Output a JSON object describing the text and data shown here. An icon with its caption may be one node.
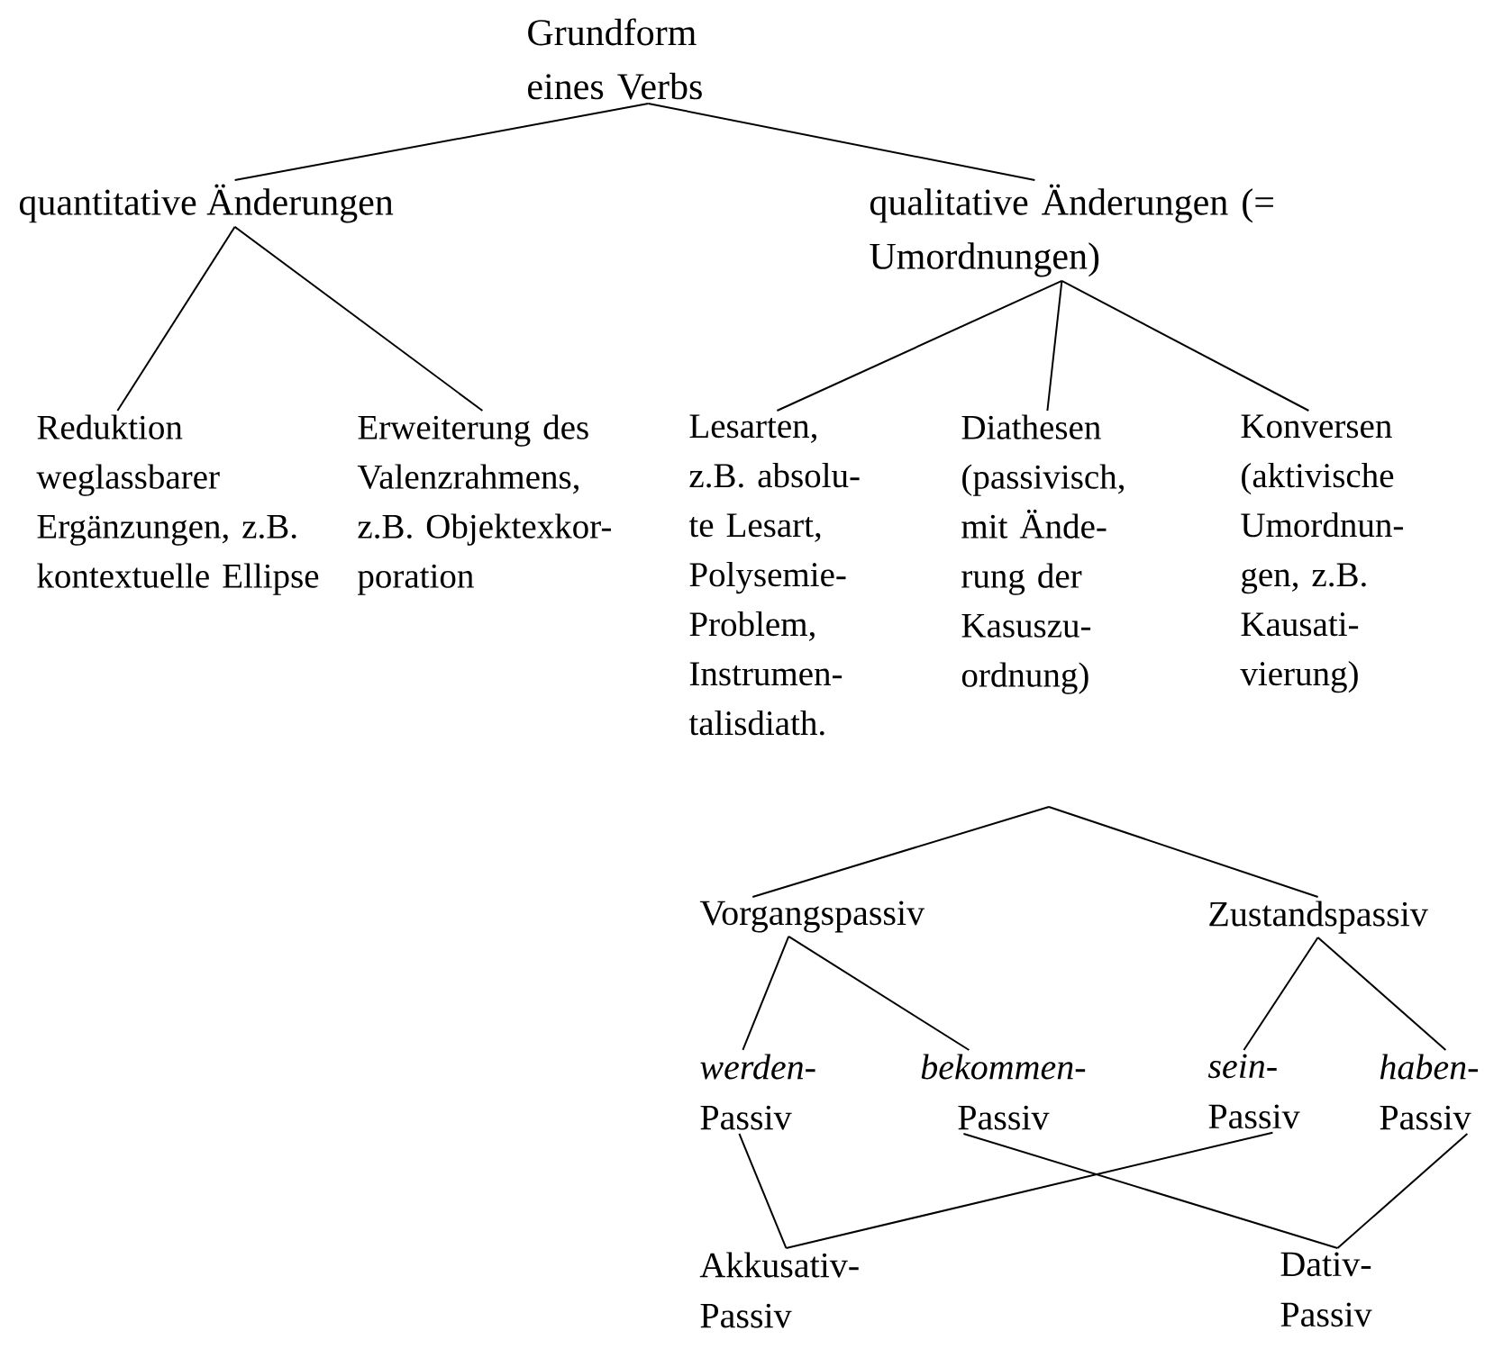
{
  "diagram": {
    "nodes": [
      {
        "text": [
          "Grundform eines Verbs"
        ]
      },
      {
        "text": [
          "quantitative Änderungen"
        ]
      },
      {
        "text": [
          "qualitative Änderungen (= Umordnungen)"
        ]
      },
      {
        "text": [
          "Reduktion weglassbarer Ergänzungen, z.B. kontextuelle Ellipse"
        ]
      },
      {
        "text": [
          "Erweiterung des Valenzrahmens, z.B. Objektexkor- poration"
        ]
      },
      {
        "text": [
          "Lesarten, z.B. absolu- te Lesart, Polysemie- Problem, Instrumen- talisdiath."
        ]
      },
      {
        "text": [
          "Diathesen (passivisch, mit Ände- rung der Kasuszu- ordnung)"
        ]
      },
      {
        "text": [
          "Konversen (aktivische Umordnun- gen, z.B. Kausati- vierung)"
        ]
      },
      {
        "text": [
          "Vorgangspassiv"
        ]
      },
      {
        "text": [
          "Zustandspassiv"
        ]
      },
      {
        "text": [
          "*werden-* Passiv"
        ]
      },
      {
        "text": [
          "*bekommen-* Passiv"
        ]
      },
      {
        "text": [
          "*sein-* Passiv"
        ]
      },
      {
        "text": [
          "*haben-* Passiv"
        ]
      },
      {
        "text": [
          "Akkusativ- Passiv"
        ]
      },
      {
        "text": [
          "Dativ- Passiv"
        ]
      }
    ],
    "edges": [
      {
        "from": 0,
        "to": 1,
        "arrow": "none"
      },
      {
        "from": 0,
        "to": 2,
        "arrow": "none"
      },
      {
        "from": 1,
        "to": 3,
        "arrow": "none"
      },
      {
        "from": 1,
        "to": 4,
        "arrow": "none"
      },
      {
        "from": 2,
        "to": 5,
        "arrow": "none"
      },
      {
        "from": 2,
        "to": 6,
        "arrow": "none"
      },
      {
        "from": 2,
        "to": 7,
        "arrow": "none"
      },
      {
        "from": null,
        "to": 8,
        "arrow": "none"
      },
      {
        "from": null,
        "to": 9,
        "arrow": "none"
      },
      {
        "from": 8,
        "to": 10,
        "arrow": "none"
      },
      {
        "from": 8,
        "to": 11,
        "arrow": "none"
      },
      {
        "from": 9,
        "to": 12,
        "arrow": "none"
      },
      {
        "from": 9,
        "to": 13,
        "arrow": "none"
      },
      {
        "from": 10,
        "to": 14,
        "arrow": "none"
      },
      {
        "from": 12,
        "to": 14,
        "arrow": "none"
      },
      {
        "from": 11,
        "to": 15,
        "arrow": "none"
      },
      {
        "from": 13,
        "to": 15,
        "arrow": "none"
      }
    ]
  }
}
